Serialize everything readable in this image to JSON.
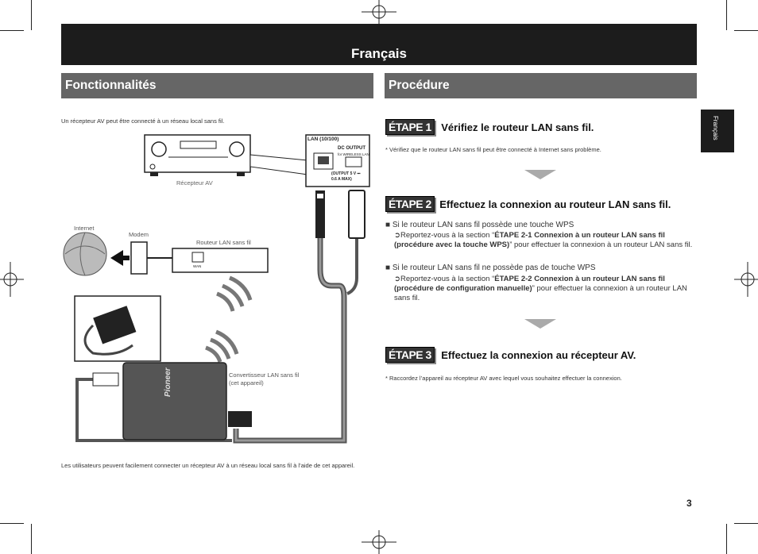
{
  "header": {
    "title": "Français"
  },
  "side_tab": {
    "label": "Français"
  },
  "page_number": "3",
  "left": {
    "heading": "Fonctionnalités",
    "intro": "Un récepteur AV peut être connecté à un réseau local sans fil.",
    "labels": {
      "receiver": "Récepteur AV",
      "internet": "Internet",
      "modem": "Modem",
      "router": "Routeur LAN sans fil",
      "converter": "Convertisseur LAN sans fil (cet appareil)",
      "lan_port": "LAN",
      "lan_port_sub": "(10/100)",
      "dc_output": "DC OUTPUT",
      "dc_output_sub": "for WIRELESS LAN",
      "output_rating": "(OUTPUT 5 V ⎓ 0.6 A MAX)",
      "wan": "WAN",
      "brand": "Pioneer"
    },
    "footer": "Les utilisateurs peuvent facilement connecter un récepteur AV à un réseau local sans fil à l’aide de cet appareil."
  },
  "right": {
    "heading": "Procédure",
    "steps": [
      {
        "badge": "ÉTAPE 1",
        "title": "Vérifiez le routeur LAN sans fil.",
        "note": "* Vérifiez que le routeur LAN sans fil peut être connecté à Internet sans problème."
      },
      {
        "badge": "ÉTAPE 2",
        "title": "Effectuez la connexion au routeur LAN sans fil.",
        "bullet1": "Si le routeur LAN sans fil possède une touche WPS",
        "ref1_pre": "➲Reportez-vous à la section “",
        "ref1_bold": "ÉTAPE 2-1 Connexion à un routeur LAN sans fil (procédure avec la touche WPS)",
        "ref1_post": "” pour effectuer la connexion à un routeur LAN sans fil.",
        "bullet2": "Si le routeur LAN sans fil ne possède pas de touche WPS",
        "ref2_pre": "➲Reportez-vous à la section “",
        "ref2_bold": "ÉTAPE 2-2 Connexion à un routeur LAN sans fil (procédure de configuration manuelle)",
        "ref2_post": "” pour effectuer la connexion à un routeur LAN sans fil."
      },
      {
        "badge": "ÉTAPE 3",
        "title": "Effectuez la connexion au récepteur AV.",
        "note": "* Raccordez l’appareil au récepteur AV avec lequel vous souhaitez effectuer la connexion."
      }
    ]
  }
}
